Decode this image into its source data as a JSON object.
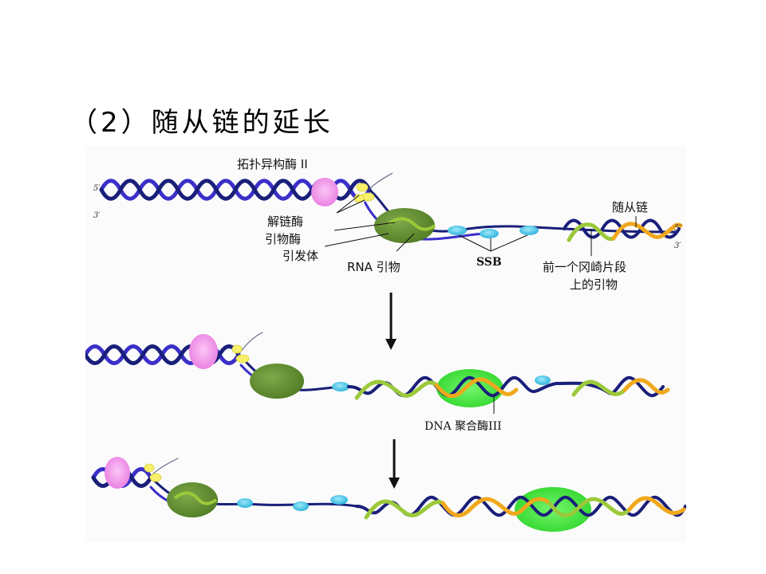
{
  "slide": {
    "title": "（2）随从链的延长"
  },
  "labels": {
    "topoisomerase": "拓扑异构酶 II",
    "helicase": "解链酶",
    "primase": "引物酶",
    "primosome": "引发体",
    "rna_primer": "RNA 引物",
    "ssb": "SSB",
    "lagging_strand": "随从链",
    "prev_okazaki_primer_1": "前一个冈崎片段",
    "prev_okazaki_primer_2": "上的引物",
    "dna_pol3": "DNA 聚合酶III",
    "end_5": "5′",
    "end_3": "3′"
  },
  "colors": {
    "strand_blue": "#3b2fc9",
    "strand_navy": "#1a1f7a",
    "primer_yellow_green": "#9bc93a",
    "new_strand_orange": "#f0a81c",
    "topoisomerase_pink": "#f08ce6",
    "helicase_yellow": "#f6f06a",
    "primosome_olive": "#5f8a2c",
    "ssb_cyan": "#45c3e6",
    "pol3_green": "#3ee03a"
  }
}
